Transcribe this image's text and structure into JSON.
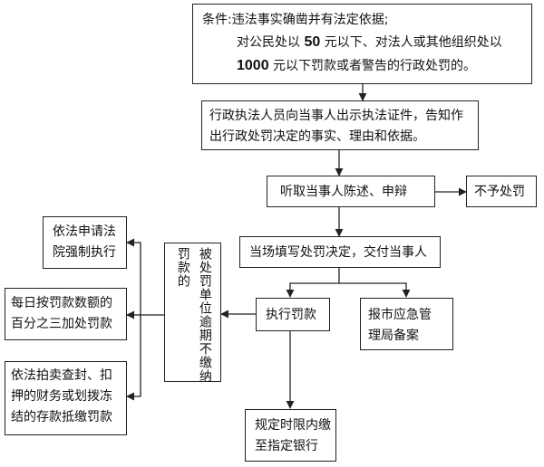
{
  "conditions": {
    "line1": "条件:违法事实确凿并有法定依据;",
    "line2_prefix": "对公民处以 ",
    "line2_amount": "50",
    "line2_suffix": " 元以下、对法人或其他组织处以",
    "line3_amount": "1000",
    "line3_suffix": " 元以下罚款或者警告的行政处罚的。"
  },
  "show_certificate": {
    "line1": "行政执法人员向当事人出示执法证件，告知作",
    "line2": "出行政处罚决定的事实、理由和依据。"
  },
  "hear_statement": "听取当事人陈述、申辩",
  "no_penalty": "不予处罚",
  "fill_decision": "当场填写处罚决定，交付当事人",
  "execute_penalty": "执行罚款",
  "report_filing": {
    "line1": "报市应急管",
    "line2": "理局备案"
  },
  "pay_bank": {
    "line1": "规定时限内缴",
    "line2": "至指定银行"
  },
  "overdue_party": {
    "col1": "被处罚单位逾期不缴纳",
    "col2": "罚款的"
  },
  "apply_court": {
    "line1": "依法申请法",
    "line2": "院强制执行"
  },
  "daily_fine": {
    "line1": "每日按罚款数额的",
    "line2": "百分之三加处罚款"
  },
  "auction_seized": {
    "line1": "依法拍卖查封、扣",
    "line2": "押的财务或划拨冻",
    "line3": "结的存款抵缴罚款"
  }
}
